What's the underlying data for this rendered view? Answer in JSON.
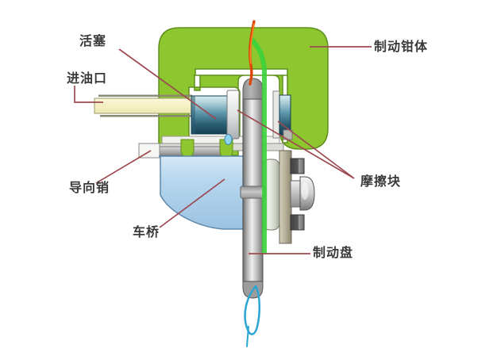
{
  "labels": {
    "piston": "活塞",
    "oil_inlet": "进油口",
    "caliper_body": "制动钳体",
    "friction_pads": "摩擦块",
    "guide_pin": "导向销",
    "axle": "车桥",
    "brake_disc": "制动盘"
  },
  "colors": {
    "caliper_green": "#8dc62f",
    "caliper_outline": "#5e8f1c",
    "bracket_blue": "#b5d6ee",
    "pipe_yellow": "#f6f2c6",
    "leader_red": "#9c4a50",
    "pen_green": "#3bd23b",
    "pen_red": "#dc4608",
    "pen_orange_core": "#ff8422",
    "pen_blue": "#2ba6d4",
    "label_text": "#3a3a3a",
    "background": "#ffffff"
  }
}
